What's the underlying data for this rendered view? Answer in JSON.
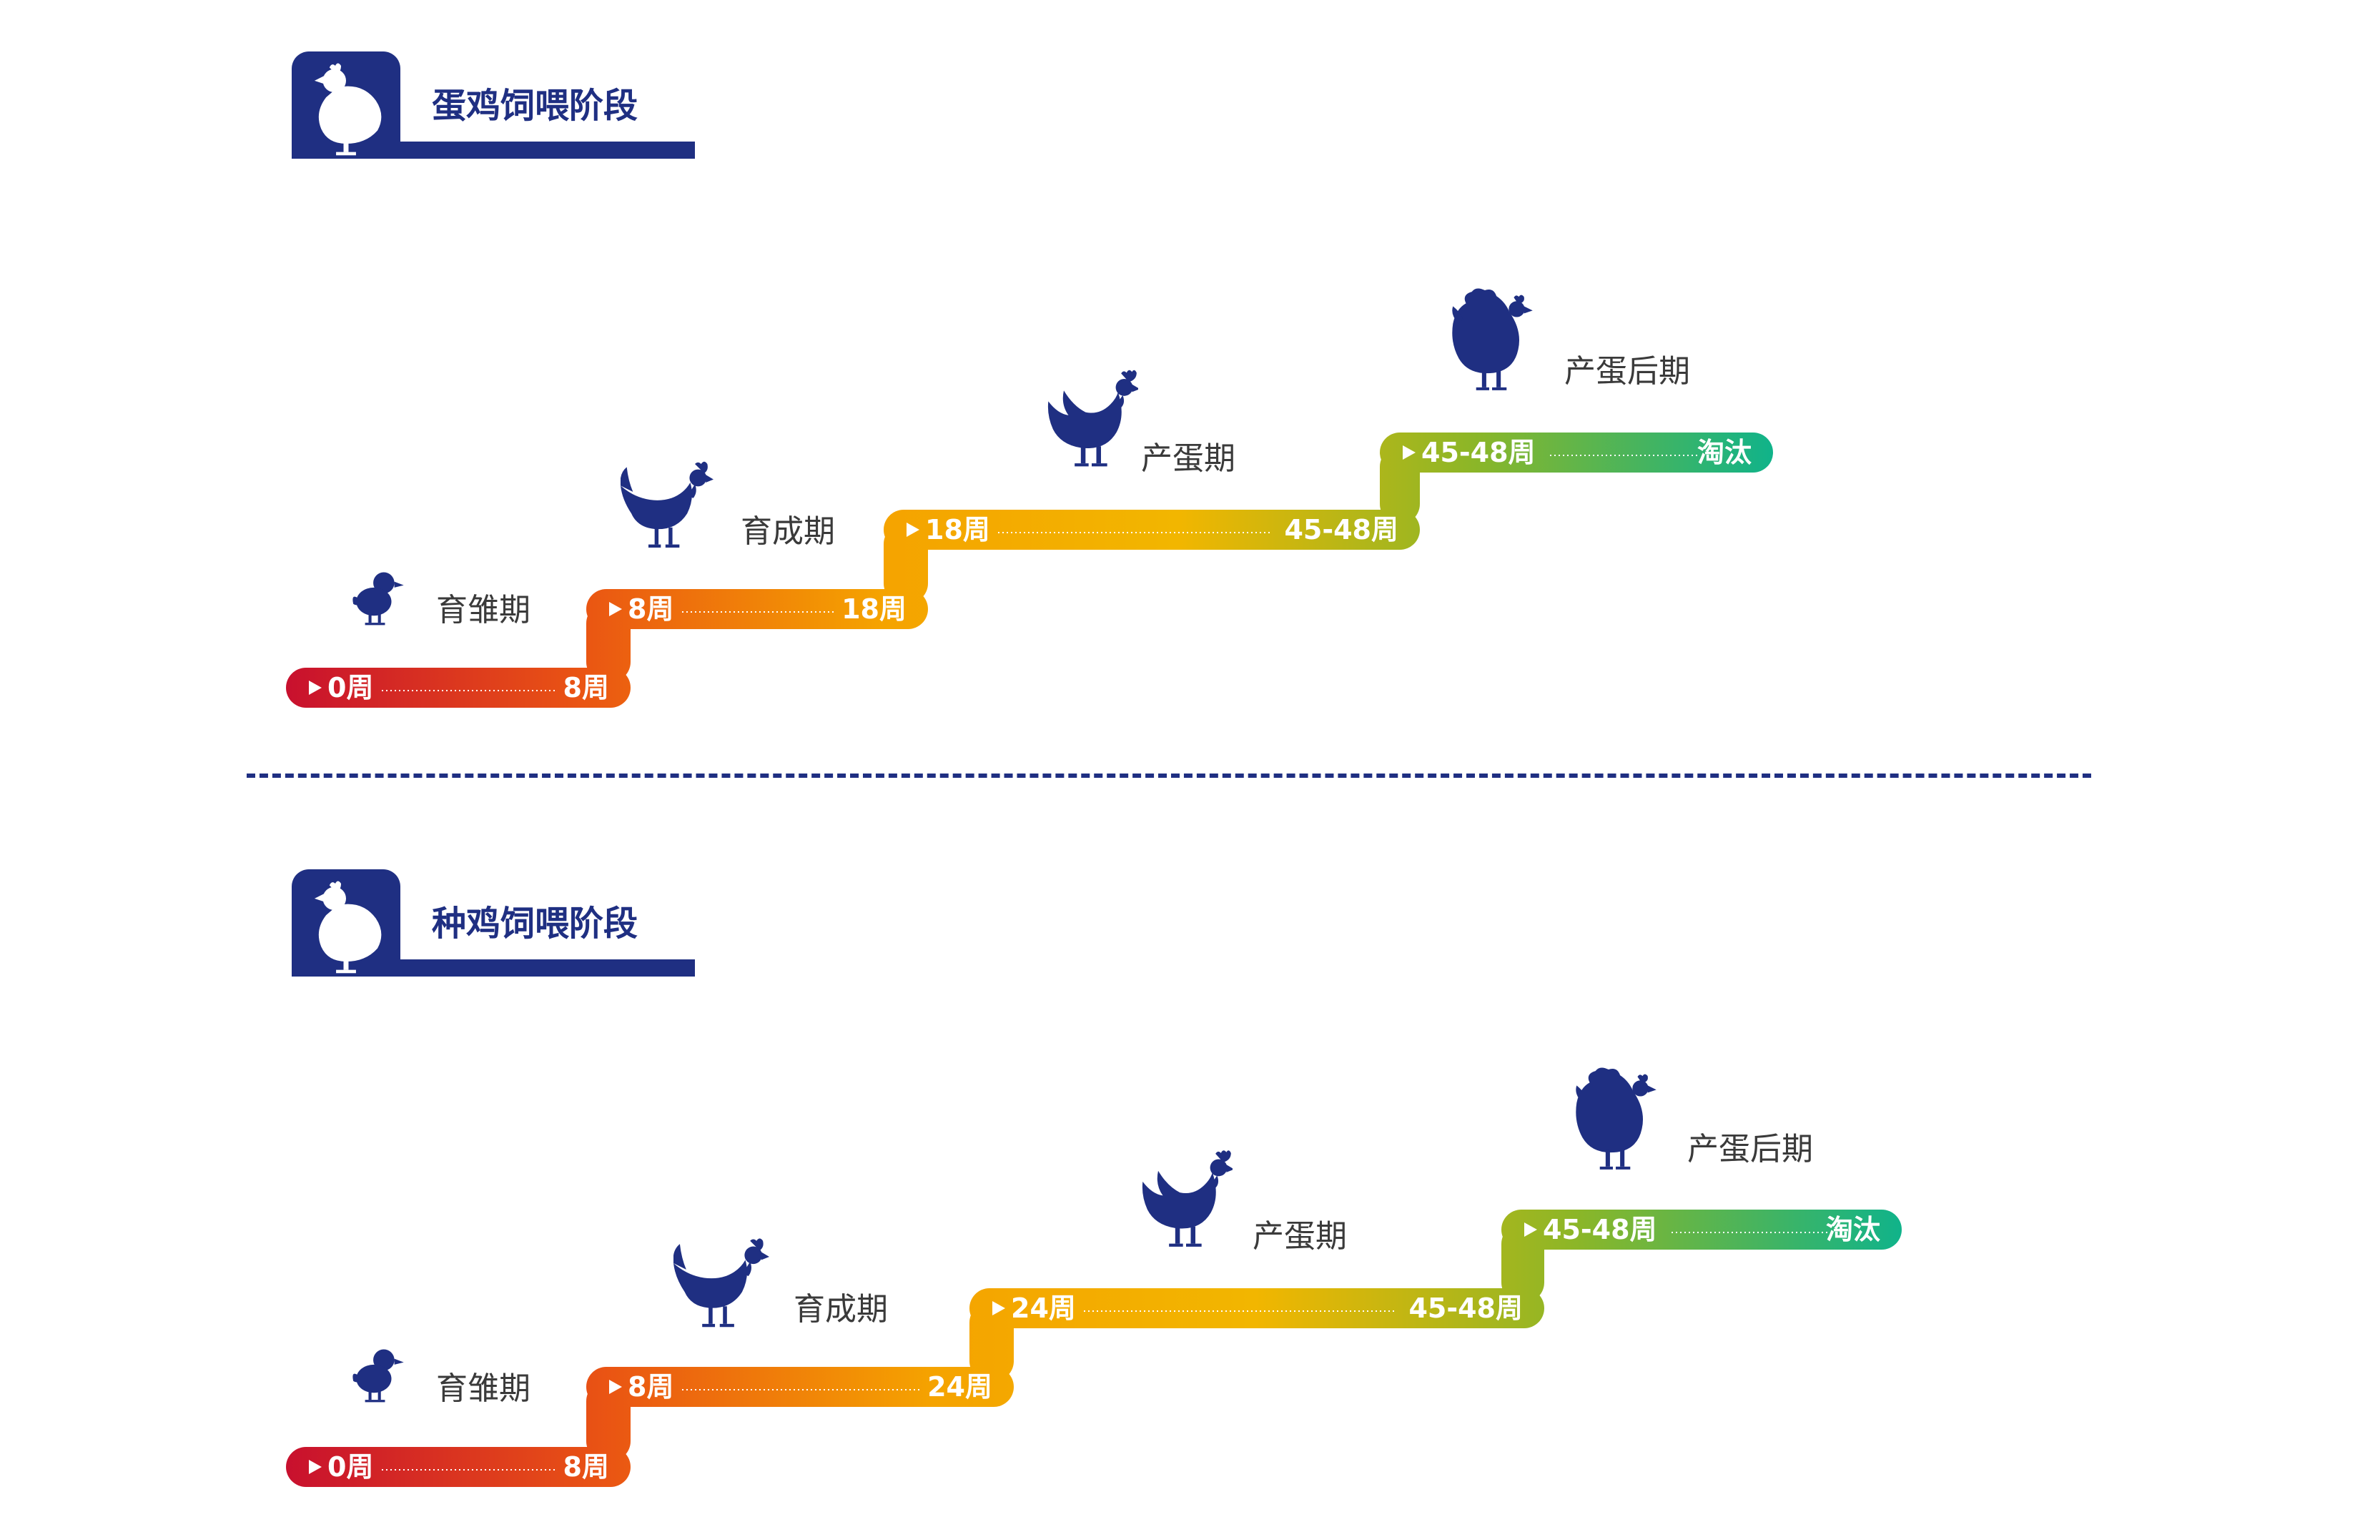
{
  "colors": {
    "brand_navy": "#1f2f82",
    "chicken": "#1f2f82",
    "gradient": [
      "#c8102e",
      "#ea5513",
      "#f5a300",
      "#f2b600",
      "#8bb628",
      "#10b38a"
    ],
    "dotted": "#ffffff"
  },
  "sections": [
    {
      "title": "蛋鸡饲喂阶段",
      "icon": "hen-badge-icon",
      "stages": [
        {
          "name": "育雏期",
          "start": "0周",
          "end": "8周",
          "icon": "chick-icon"
        },
        {
          "name": "育成期",
          "start": "8周",
          "end": "18周",
          "icon": "pullet-icon"
        },
        {
          "name": "产蛋期",
          "start": "18周",
          "end": "45-48周",
          "icon": "hen-icon"
        },
        {
          "name": "产蛋后期",
          "start": "45-48周",
          "end": "淘汰",
          "icon": "old-hen-icon"
        }
      ]
    },
    {
      "title": "种鸡饲喂阶段",
      "icon": "hen-badge-icon",
      "stages": [
        {
          "name": "育雏期",
          "start": "0周",
          "end": "8周",
          "icon": "chick-icon"
        },
        {
          "name": "育成期",
          "start": "8周",
          "end": "24周",
          "icon": "pullet-icon"
        },
        {
          "name": "产蛋期",
          "start": "24周",
          "end": "45-48周",
          "icon": "hen-icon"
        },
        {
          "name": "产蛋后期",
          "start": "45-48周",
          "end": "淘汰",
          "icon": "old-hen-icon"
        }
      ]
    }
  ]
}
